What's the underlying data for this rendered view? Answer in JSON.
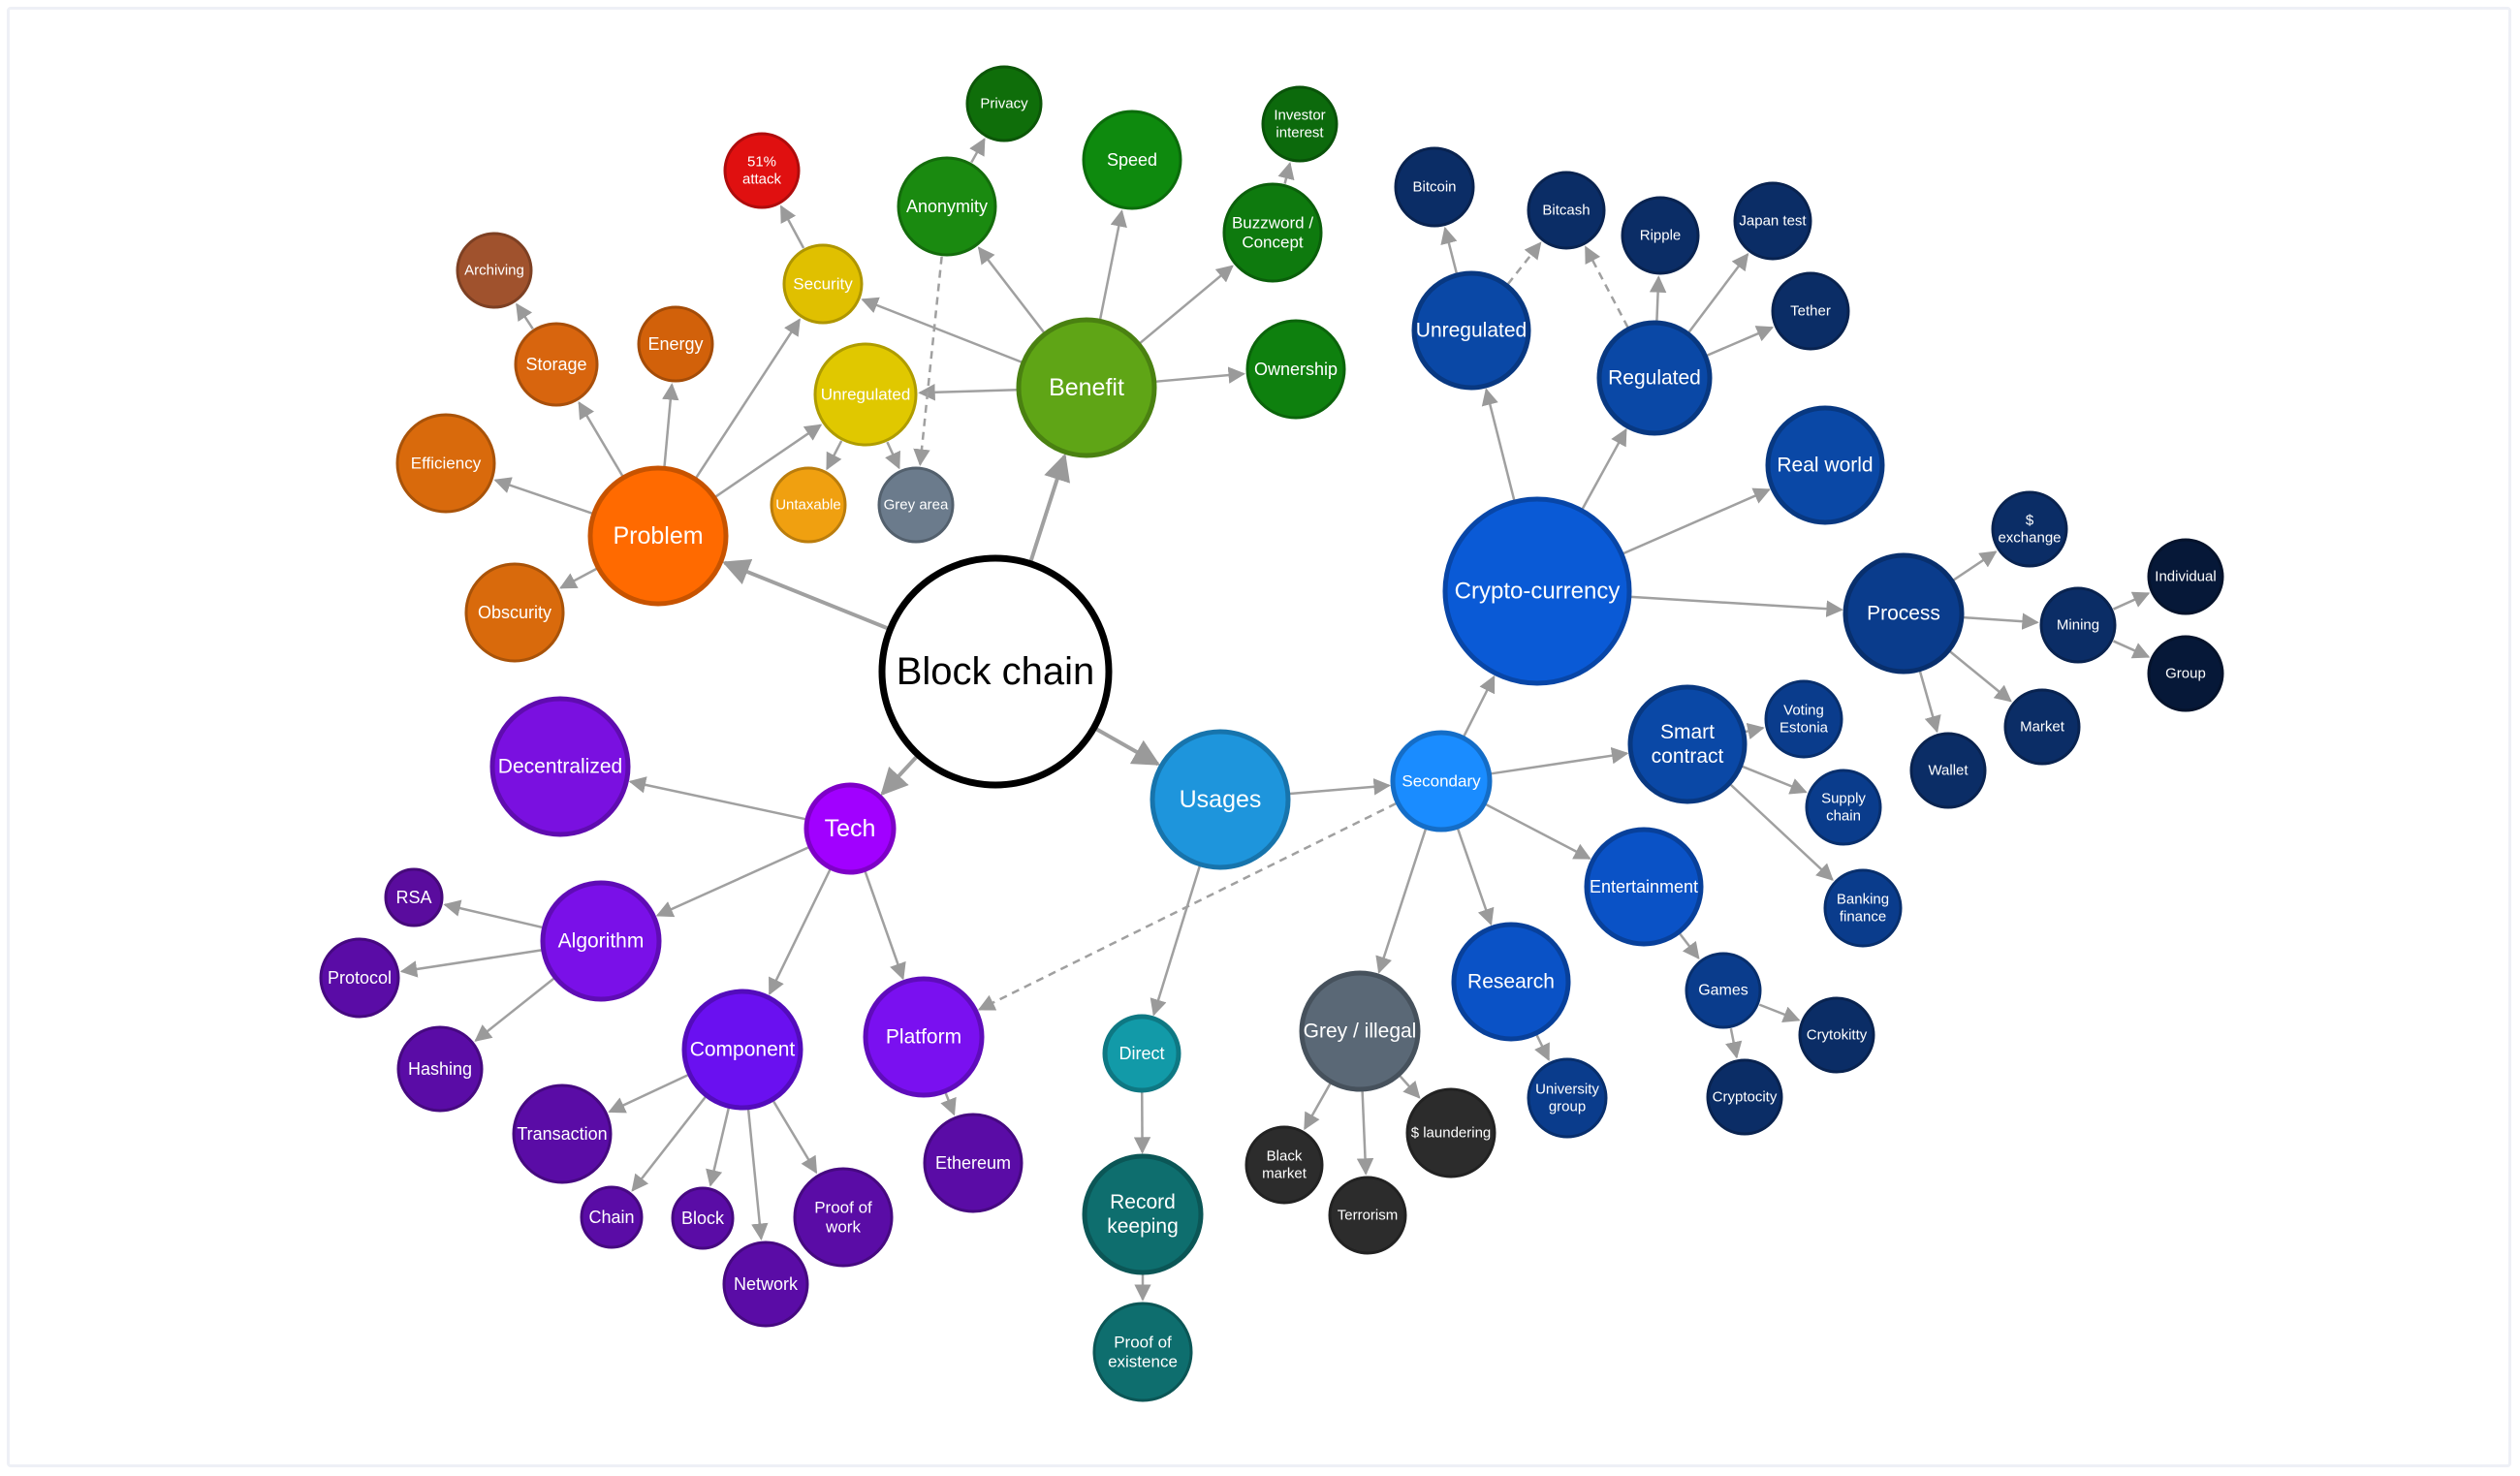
{
  "nodes": [
    {
      "id": "blockchain",
      "lines": [
        "Block chain"
      ],
      "color": "#ffffff",
      "dark": true
    },
    {
      "id": "problem",
      "lines": [
        "Problem"
      ],
      "color": "#ff6a00"
    },
    {
      "id": "benefit",
      "lines": [
        "Benefit"
      ],
      "color": "#5fa516"
    },
    {
      "id": "tech",
      "lines": [
        "Tech"
      ],
      "color": "#a100ff"
    },
    {
      "id": "usages",
      "lines": [
        "Usages"
      ],
      "color": "#1e95dc"
    },
    {
      "id": "efficiency",
      "lines": [
        "Efficiency"
      ],
      "color": "#d96a0c"
    },
    {
      "id": "storage",
      "lines": [
        "Storage"
      ],
      "color": "#d8650e"
    },
    {
      "id": "archiving",
      "lines": [
        "Archiving"
      ],
      "color": "#a0522d"
    },
    {
      "id": "energy",
      "lines": [
        "Energy"
      ],
      "color": "#d2610a"
    },
    {
      "id": "obscurity",
      "lines": [
        "Obscurity"
      ],
      "color": "#d96a0c"
    },
    {
      "id": "security",
      "lines": [
        "Security"
      ],
      "color": "#e0c000"
    },
    {
      "id": "attack51",
      "lines": [
        "51%",
        "attack"
      ],
      "color": "#e01010"
    },
    {
      "id": "unregulated_b",
      "lines": [
        "Unregulated"
      ],
      "color": "#e0c800"
    },
    {
      "id": "untaxable",
      "lines": [
        "Untaxable"
      ],
      "color": "#f0a010"
    },
    {
      "id": "greyarea",
      "lines": [
        "Grey area"
      ],
      "color": "#6b7b8c"
    },
    {
      "id": "anonymity",
      "lines": [
        "Anonymity"
      ],
      "color": "#1a8a10"
    },
    {
      "id": "privacy",
      "lines": [
        "Privacy"
      ],
      "color": "#0f6e0a"
    },
    {
      "id": "speed",
      "lines": [
        "Speed"
      ],
      "color": "#0e8a0e"
    },
    {
      "id": "buzzword",
      "lines": [
        "Buzzword /",
        "Concept"
      ],
      "color": "#0e7a0e"
    },
    {
      "id": "investor",
      "lines": [
        "Investor",
        "interest"
      ],
      "color": "#0c6a0c"
    },
    {
      "id": "ownership",
      "lines": [
        "Ownership"
      ],
      "color": "#0e800e"
    },
    {
      "id": "decentralized",
      "lines": [
        "Decentralized"
      ],
      "color": "#7a10e0"
    },
    {
      "id": "algorithm",
      "lines": [
        "Algorithm"
      ],
      "color": "#7a10e8"
    },
    {
      "id": "rsa",
      "lines": [
        "RSA"
      ],
      "color": "#5a0c9e"
    },
    {
      "id": "protocol",
      "lines": [
        "Protocol"
      ],
      "color": "#5a0ca6"
    },
    {
      "id": "hashing",
      "lines": [
        "Hashing"
      ],
      "color": "#5a0ca6"
    },
    {
      "id": "component",
      "lines": [
        "Component"
      ],
      "color": "#6a10f0"
    },
    {
      "id": "transaction",
      "lines": [
        "Transaction"
      ],
      "color": "#5a0ca6"
    },
    {
      "id": "chain",
      "lines": [
        "Chain"
      ],
      "color": "#5a0ca6"
    },
    {
      "id": "block",
      "lines": [
        "Block"
      ],
      "color": "#5a0ca6"
    },
    {
      "id": "network",
      "lines": [
        "Network"
      ],
      "color": "#5a0ca6"
    },
    {
      "id": "proofofwork",
      "lines": [
        "Proof of",
        "work"
      ],
      "color": "#5a0ca6"
    },
    {
      "id": "platform",
      "lines": [
        "Platform"
      ],
      "color": "#7a10f0"
    },
    {
      "id": "ethereum",
      "lines": [
        "Ethereum"
      ],
      "color": "#5a0ca6"
    },
    {
      "id": "direct",
      "lines": [
        "Direct"
      ],
      "color": "#129aa8"
    },
    {
      "id": "recordkeeping",
      "lines": [
        "Record",
        "keeping"
      ],
      "color": "#0e6e6e"
    },
    {
      "id": "proofofexistence",
      "lines": [
        "Proof of",
        "existence"
      ],
      "color": "#0e6e6e"
    },
    {
      "id": "secondary",
      "lines": [
        "Secondary"
      ],
      "color": "#1a8cff"
    },
    {
      "id": "cryptocurrency",
      "lines": [
        "Crypto-currency"
      ],
      "color": "#0a5ad6"
    },
    {
      "id": "unregulated_c",
      "lines": [
        "Unregulated"
      ],
      "color": "#0a48a6"
    },
    {
      "id": "regulated",
      "lines": [
        "Regulated"
      ],
      "color": "#0a48a6"
    },
    {
      "id": "bitcoin",
      "lines": [
        "Bitcoin"
      ],
      "color": "#0b2d66"
    },
    {
      "id": "bitcash",
      "lines": [
        "Bitcash"
      ],
      "color": "#0b2d66"
    },
    {
      "id": "ripple",
      "lines": [
        "Ripple"
      ],
      "color": "#0b2d66"
    },
    {
      "id": "japantest",
      "lines": [
        "Japan test"
      ],
      "color": "#0b2d66"
    },
    {
      "id": "tether",
      "lines": [
        "Tether"
      ],
      "color": "#0b2d66"
    },
    {
      "id": "realworld",
      "lines": [
        "Real world"
      ],
      "color": "#0a48a6"
    },
    {
      "id": "process",
      "lines": [
        "Process"
      ],
      "color": "#0a3c8c"
    },
    {
      "id": "exchange",
      "lines": [
        "$",
        "exchange"
      ],
      "color": "#0b2d66"
    },
    {
      "id": "mining",
      "lines": [
        "Mining"
      ],
      "color": "#0b2d66"
    },
    {
      "id": "individual",
      "lines": [
        "Individual"
      ],
      "color": "#061838"
    },
    {
      "id": "group",
      "lines": [
        "Group"
      ],
      "color": "#061838"
    },
    {
      "id": "market",
      "lines": [
        "Market"
      ],
      "color": "#0b2d66"
    },
    {
      "id": "wallet",
      "lines": [
        "Wallet"
      ],
      "color": "#0b2d66"
    },
    {
      "id": "smartcontract",
      "lines": [
        "Smart",
        "contract"
      ],
      "color": "#0a48a6"
    },
    {
      "id": "voting",
      "lines": [
        "Voting",
        "Estonia"
      ],
      "color": "#0a3c8c"
    },
    {
      "id": "supplychain",
      "lines": [
        "Supply",
        "chain"
      ],
      "color": "#0a3c8c"
    },
    {
      "id": "banking",
      "lines": [
        "Banking",
        "finance"
      ],
      "color": "#0a3c8c"
    },
    {
      "id": "entertainment",
      "lines": [
        "Entertainment"
      ],
      "color": "#0a52c6"
    },
    {
      "id": "games",
      "lines": [
        "Games"
      ],
      "color": "#0a3c8c"
    },
    {
      "id": "crytokitty",
      "lines": [
        "Crytokitty"
      ],
      "color": "#0b2d66"
    },
    {
      "id": "cryptocity",
      "lines": [
        "Cryptocity"
      ],
      "color": "#0b2d66"
    },
    {
      "id": "research",
      "lines": [
        "Research"
      ],
      "color": "#0a52c6"
    },
    {
      "id": "universitygroup",
      "lines": [
        "University",
        "group"
      ],
      "color": "#0a3c8c"
    },
    {
      "id": "greyillegal",
      "lines": [
        "Grey / illegal"
      ],
      "color": "#5a6876"
    },
    {
      "id": "blackmarket",
      "lines": [
        "Black",
        "market"
      ],
      "color": "#2c2c2c"
    },
    {
      "id": "terrorism",
      "lines": [
        "Terrorism"
      ],
      "color": "#2c2c2c"
    },
    {
      "id": "laundering",
      "lines": [
        "$ laundering"
      ],
      "color": "#2c2c2c"
    }
  ],
  "edges": [
    [
      "blockchain",
      "problem",
      false
    ],
    [
      "blockchain",
      "benefit",
      false
    ],
    [
      "blockchain",
      "tech",
      false
    ],
    [
      "blockchain",
      "usages",
      false
    ],
    [
      "problem",
      "efficiency",
      false
    ],
    [
      "problem",
      "storage",
      false
    ],
    [
      "storage",
      "archiving",
      false
    ],
    [
      "problem",
      "energy",
      false
    ],
    [
      "problem",
      "obscurity",
      false
    ],
    [
      "problem",
      "security",
      false
    ],
    [
      "problem",
      "unregulated_b",
      false
    ],
    [
      "security",
      "attack51",
      false
    ],
    [
      "unregulated_b",
      "untaxable",
      false
    ],
    [
      "unregulated_b",
      "greyarea",
      false
    ],
    [
      "benefit",
      "security",
      false
    ],
    [
      "benefit",
      "unregulated_b",
      false
    ],
    [
      "benefit",
      "anonymity",
      false
    ],
    [
      "anonymity",
      "privacy",
      false
    ],
    [
      "anonymity",
      "greyarea",
      true
    ],
    [
      "benefit",
      "speed",
      false
    ],
    [
      "benefit",
      "buzzword",
      false
    ],
    [
      "buzzword",
      "investor",
      false
    ],
    [
      "benefit",
      "ownership",
      false
    ],
    [
      "tech",
      "decentralized",
      false
    ],
    [
      "tech",
      "algorithm",
      false
    ],
    [
      "algorithm",
      "rsa",
      false
    ],
    [
      "algorithm",
      "protocol",
      false
    ],
    [
      "algorithm",
      "hashing",
      false
    ],
    [
      "tech",
      "component",
      false
    ],
    [
      "component",
      "transaction",
      false
    ],
    [
      "component",
      "chain",
      false
    ],
    [
      "component",
      "block",
      false
    ],
    [
      "component",
      "network",
      false
    ],
    [
      "component",
      "proofofwork",
      false
    ],
    [
      "tech",
      "platform",
      false
    ],
    [
      "platform",
      "ethereum",
      false
    ],
    [
      "secondary",
      "platform",
      true
    ],
    [
      "usages",
      "direct",
      false
    ],
    [
      "direct",
      "recordkeeping",
      false
    ],
    [
      "recordkeeping",
      "proofofexistence",
      false
    ],
    [
      "usages",
      "secondary",
      false
    ],
    [
      "secondary",
      "cryptocurrency",
      false
    ],
    [
      "cryptocurrency",
      "unregulated_c",
      false
    ],
    [
      "cryptocurrency",
      "regulated",
      false
    ],
    [
      "unregulated_c",
      "bitcoin",
      false
    ],
    [
      "unregulated_c",
      "bitcash",
      true
    ],
    [
      "regulated",
      "bitcash",
      true
    ],
    [
      "regulated",
      "ripple",
      false
    ],
    [
      "regulated",
      "japantest",
      false
    ],
    [
      "regulated",
      "tether",
      false
    ],
    [
      "cryptocurrency",
      "realworld",
      false
    ],
    [
      "cryptocurrency",
      "process",
      false
    ],
    [
      "process",
      "exchange",
      false
    ],
    [
      "process",
      "mining",
      false
    ],
    [
      "mining",
      "individual",
      false
    ],
    [
      "mining",
      "group",
      false
    ],
    [
      "process",
      "market",
      false
    ],
    [
      "process",
      "wallet",
      false
    ],
    [
      "secondary",
      "smartcontract",
      false
    ],
    [
      "smartcontract",
      "voting",
      false
    ],
    [
      "smartcontract",
      "supplychain",
      false
    ],
    [
      "smartcontract",
      "banking",
      false
    ],
    [
      "secondary",
      "entertainment",
      false
    ],
    [
      "entertainment",
      "games",
      false
    ],
    [
      "games",
      "crytokitty",
      false
    ],
    [
      "games",
      "cryptocity",
      false
    ],
    [
      "secondary",
      "research",
      false
    ],
    [
      "research",
      "universitygroup",
      false
    ],
    [
      "secondary",
      "greyillegal",
      false
    ],
    [
      "greyillegal",
      "blackmarket",
      false
    ],
    [
      "greyillegal",
      "terrorism",
      false
    ],
    [
      "greyillegal",
      "laundering",
      false
    ]
  ]
}
